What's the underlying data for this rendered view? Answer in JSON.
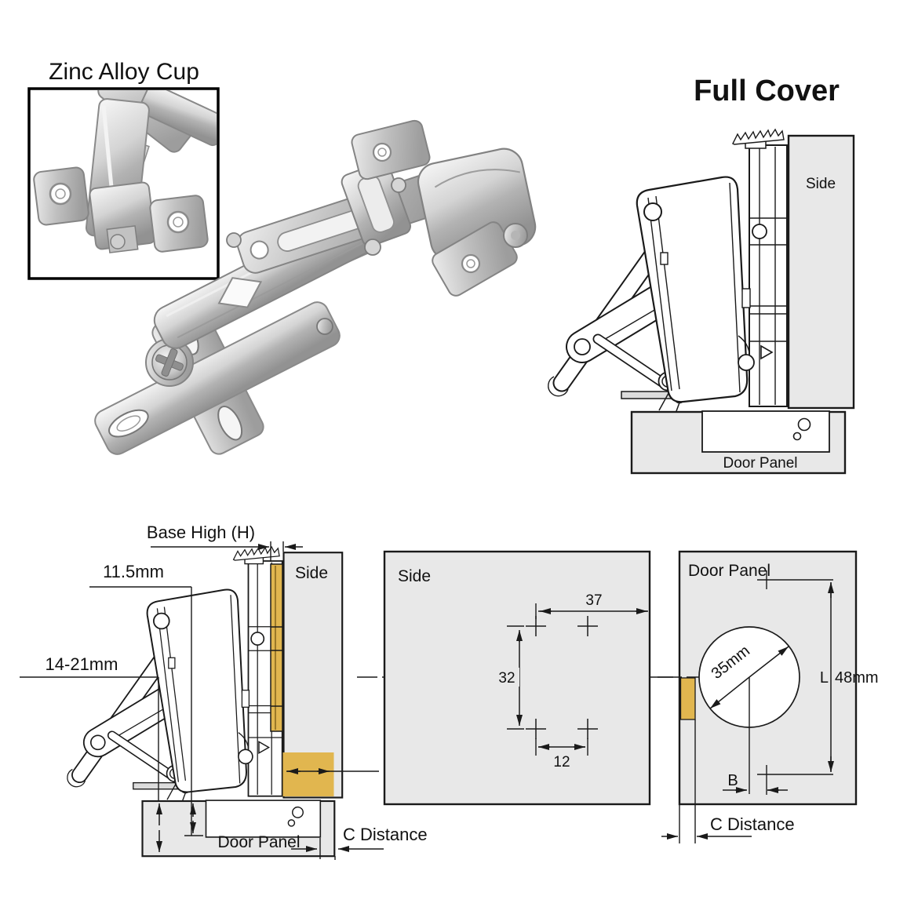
{
  "inset": {
    "title": "Zinc Alloy Cup"
  },
  "full_cover": {
    "title": "Full Cover",
    "side_label": "Side",
    "door_label": "Door Panel"
  },
  "install": {
    "base_high_label": "Base High (H)",
    "depth_label": "11.5mm",
    "door_thickness_label": "14-21mm",
    "side_label": "Side",
    "door_label": "Door Panel",
    "c_distance_label": "C Distance"
  },
  "side_drilling": {
    "panel_label": "Side",
    "dim_width": "37",
    "dim_height": "32",
    "dim_pitch": "12"
  },
  "door_drilling": {
    "panel_label": "Door Panel",
    "cup_diameter": "35mm",
    "l_prefix": "L",
    "l_value": "48mm",
    "b_label": "B",
    "c_distance_label": "C Distance"
  },
  "colors": {
    "panel_gray": "#e8e8e8",
    "accent_gold": "#e1b64f",
    "line": "#1a1a1a"
  }
}
